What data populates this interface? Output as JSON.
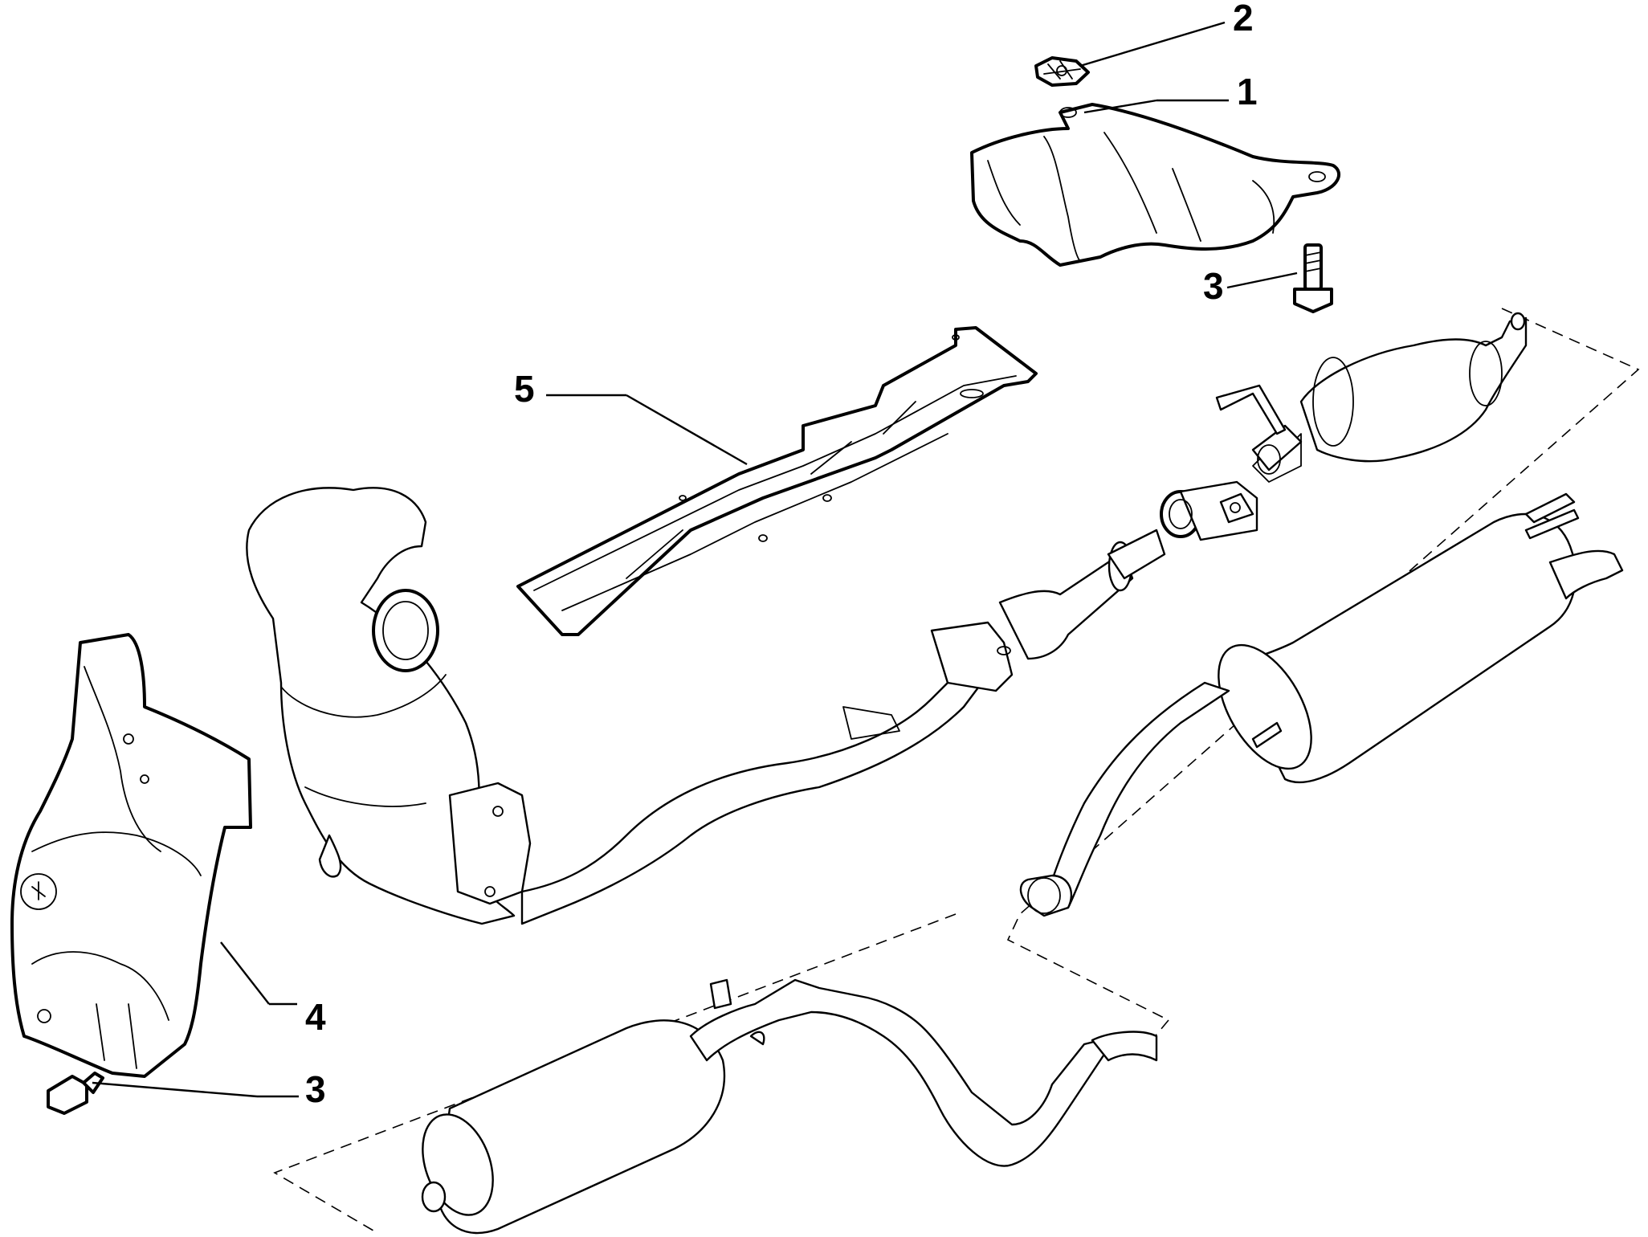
{
  "callouts": {
    "c1": "1",
    "c2": "2",
    "c3a": "3",
    "c3b": "3",
    "c4": "4",
    "c5": "5"
  },
  "colors": {
    "line": "#000000",
    "background": "#ffffff"
  }
}
